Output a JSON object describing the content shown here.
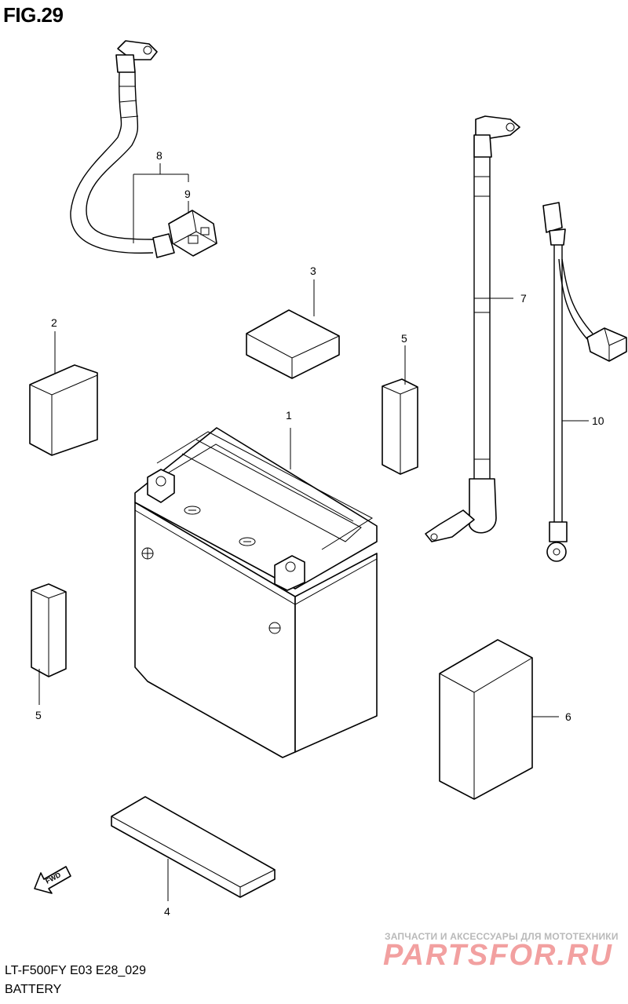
{
  "figure": {
    "title": "FIG.29",
    "model_code": "LT-F500FY E03 E28_029",
    "section_name": "BATTERY"
  },
  "callouts": [
    {
      "id": "c1",
      "label": "1"
    },
    {
      "id": "c2",
      "label": "2"
    },
    {
      "id": "c3",
      "label": "3"
    },
    {
      "id": "c4",
      "label": "4"
    },
    {
      "id": "c5a",
      "label": "5"
    },
    {
      "id": "c5b",
      "label": "5"
    },
    {
      "id": "c6",
      "label": "6"
    },
    {
      "id": "c7",
      "label": "7"
    },
    {
      "id": "c8",
      "label": "8"
    },
    {
      "id": "c9",
      "label": "9"
    },
    {
      "id": "c10",
      "label": "10"
    }
  ],
  "direction_marker": {
    "label": "FWD",
    "icon": "fwd-arrow-icon"
  },
  "watermark": {
    "caption": "ЗАПЧАСТИ И АКСЕССУАРЫ ДЛЯ МОТОТЕХНИКИ",
    "logo_text": "PARTSFOR.RU",
    "logo_color": "#f2a0a0"
  }
}
